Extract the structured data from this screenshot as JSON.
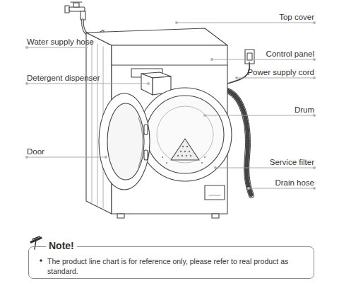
{
  "diagram": {
    "nodes": [
      {
        "text": [
          "Note!",
          "The product line chart is for reference only, please refer to real product as standard."
        ]
      }
    ],
    "labels": [
      "Top cover",
      "Water supply hose",
      "Control panel",
      "Power supply cord",
      "Detergent dispenser",
      "Drum",
      "Door",
      "Service filter",
      "Drain hose"
    ]
  }
}
